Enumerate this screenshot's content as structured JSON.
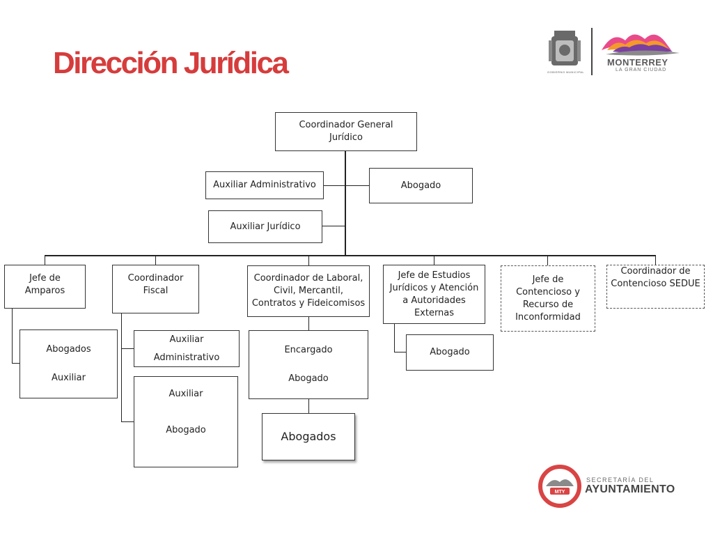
{
  "slide": {
    "title": "Dirección Jurídica"
  },
  "header_logo": {
    "gobierno_text": "GOBIERNO MUNICIPAL",
    "city_name": "MONTERREY",
    "city_tagline": "LA GRAN CIUDAD"
  },
  "footer_logo": {
    "badge_text": "MTY",
    "line1": "SECRETARÍA DEL",
    "line2": "AYUNTAMIENTO"
  },
  "org": {
    "coord_general": [
      "Coordinador General",
      "Jurídico"
    ],
    "aux_admin": [
      "Auxiliar Administrativo"
    ],
    "abogado_top": [
      "Abogado"
    ],
    "aux_juridico": [
      "Auxiliar Jurídico"
    ],
    "jefe_amparos": [
      "Jefe de",
      "Amparos"
    ],
    "coord_fiscal": [
      "Coordinador",
      "Fiscal"
    ],
    "coord_laboral": [
      "Coordinador de Laboral,",
      "Civil, Mercantil,",
      "Contratos y Fideicomisos"
    ],
    "jefe_estudios": [
      "Jefe de Estudios",
      "Jurídicos y Atención",
      "a Autoridades",
      "Externas"
    ],
    "jefe_contencioso": [
      "Jefe de",
      "Contencioso y",
      "Recurso de",
      "Inconformidad"
    ],
    "coord_sedue": [
      "Coordinador de",
      "Contencioso SEDUE"
    ],
    "abogados_aux": [
      "Abogados",
      "Auxiliar"
    ],
    "fiscal_aux_admin": [
      "Auxiliar",
      "Administrativo"
    ],
    "fiscal_aux_abogado": [
      "Auxiliar",
      "Abogado"
    ],
    "laboral_encargado": [
      "Encargado",
      "Abogado"
    ],
    "laboral_abogados": [
      "Abogados"
    ],
    "estudios_abogado": [
      "Abogado"
    ]
  },
  "colors": {
    "title_red": "#d63c3c",
    "line": "#222222",
    "logo_gray": "#5a5a5a"
  }
}
